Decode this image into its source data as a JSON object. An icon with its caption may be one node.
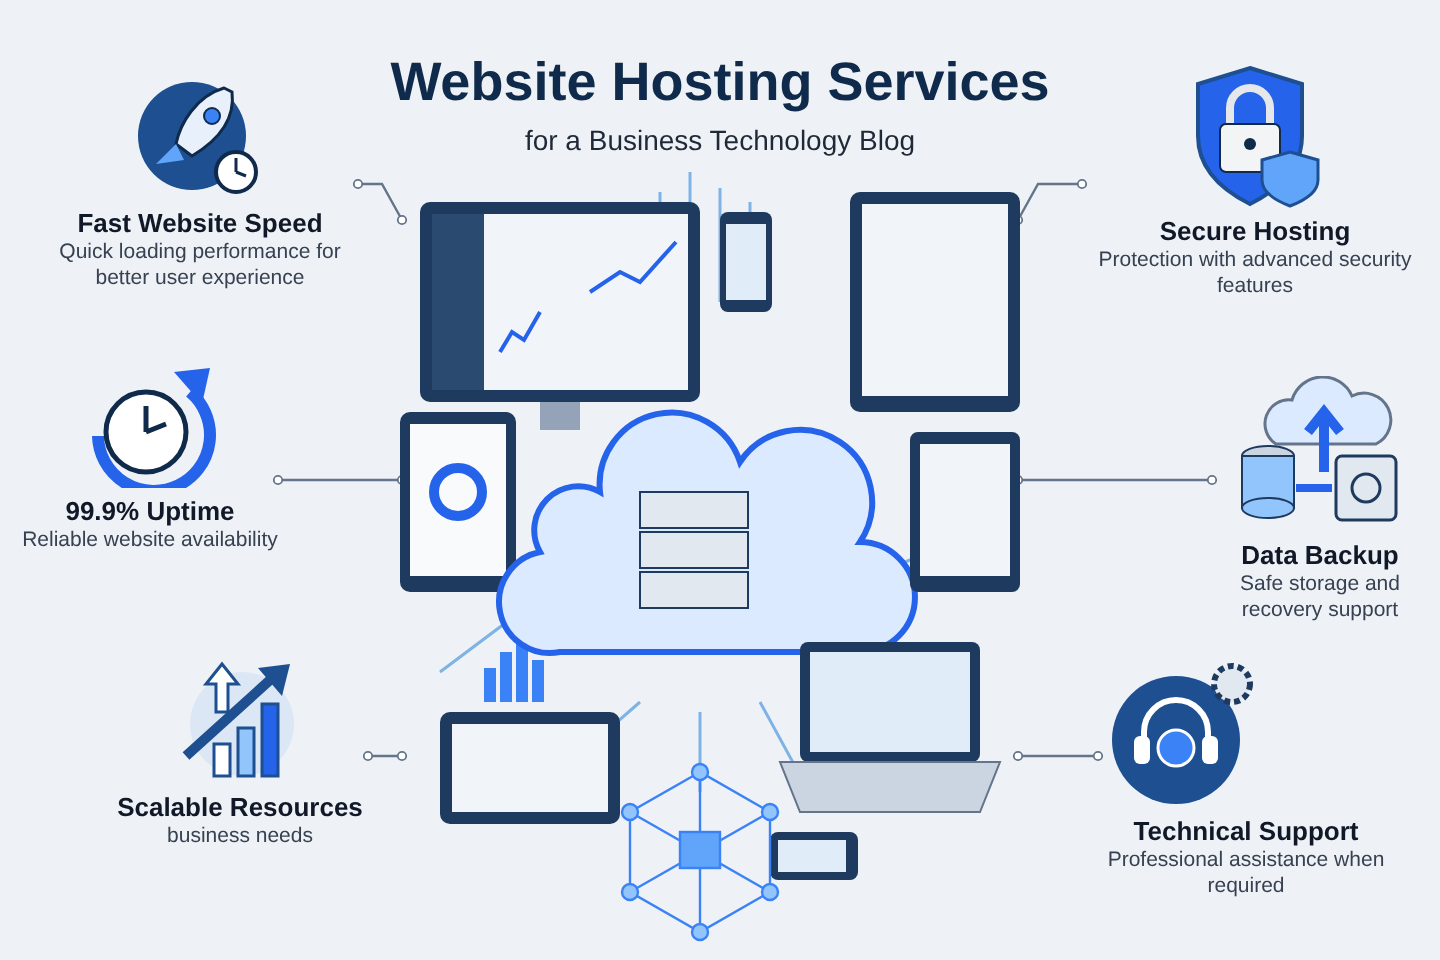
{
  "diagram": {
    "title": "Website Hosting Services",
    "nodes": [
      {
        "text": [
          "Fast Website Speed",
          "Quick loading performance for better user experience"
        ]
      },
      {
        "text": [
          "99.9% Uptime",
          "Reliable website availability"
        ]
      },
      {
        "text": [
          "Scalable Resources",
          "business needs"
        ]
      },
      {
        "text": [
          "Secure Hosting",
          "Protection with advanced security features"
        ]
      },
      {
        "text": [
          "Data Backup",
          "Safe storage and recovery support"
        ]
      },
      {
        "text": [
          "Technical Support",
          "Professional assistance when required"
        ]
      },
      {
        "text": [],
        "shape": "picture"
      }
    ],
    "edges": [
      {
        "from": 0,
        "to": 6,
        "arrow": "other"
      },
      {
        "from": 1,
        "to": 6,
        "arrow": "other"
      },
      {
        "from": 2,
        "to": 6,
        "arrow": "other"
      },
      {
        "from": 3,
        "to": 6,
        "arrow": "other"
      },
      {
        "from": 4,
        "to": 6,
        "arrow": "other"
      },
      {
        "from": 5,
        "to": 6,
        "arrow": "other"
      }
    ],
    "labels": [
      "for a Business Technology Blog"
    ]
  }
}
